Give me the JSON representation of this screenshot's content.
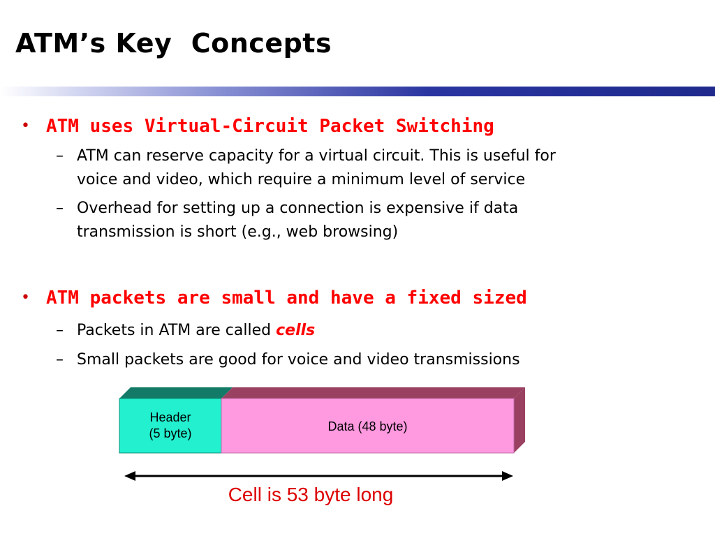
{
  "slide": {
    "title": "ATM’s Key  Concepts"
  },
  "bullets": [
    {
      "text": "ATM uses Virtual-Circuit Packet Switching",
      "subs": [
        {
          "line1": "ATM can reserve capacity for a virtual circuit. This is useful for",
          "line2": "voice and video, which require a minimum level of service"
        },
        {
          "line1": "Overhead for setting up a connection is expensive if data",
          "line2": "transmission is short (e.g., web browsing)"
        }
      ]
    },
    {
      "text": "ATM packets are small and have a fixed sized",
      "subs": [
        {
          "prefix": "Packets in ATM are called ",
          "emphasis": "cells"
        },
        {
          "text": "Small packets are good for voice and video transmissions"
        }
      ]
    }
  ],
  "cell_diagram": {
    "header_line1": "Header",
    "header_line2": "(5 byte)",
    "data_label": "Data (48 byte)",
    "caption": "Cell is 53 byte long",
    "colors": {
      "header_face": "#22f0cf",
      "header_top": "#127a66",
      "data_face": "#ff99e0",
      "data_top": "#9a4060",
      "data_side": "#9a4060",
      "arrow": "#000000",
      "caption": "#dd0000",
      "bullet_heading": "#ff0000"
    }
  }
}
